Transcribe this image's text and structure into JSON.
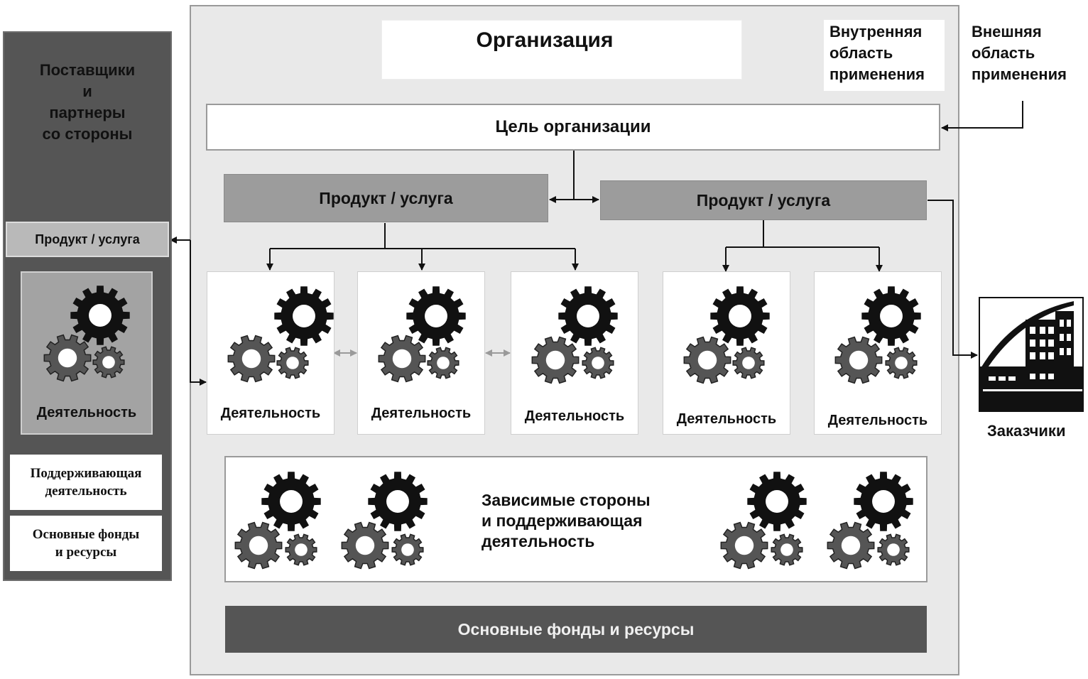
{
  "organization": {
    "title": "Организация",
    "internal_scope": "Внутренняя\nобласть\nприменения",
    "external_scope": "Внешняя\nобласть\nприменения",
    "goal": "Цель организации",
    "products": [
      {
        "label": "Продукт / услуга"
      },
      {
        "label": "Продукт / услуга"
      }
    ],
    "activities": [
      {
        "label": "Деятельность"
      },
      {
        "label": "Деятельность"
      },
      {
        "label": "Деятельность"
      },
      {
        "label": "Деятельность"
      },
      {
        "label": "Деятельность"
      }
    ],
    "support": "Зависимые стороны\nи поддерживающая\nдеятельность",
    "assets": "Основные фонды и ресурсы"
  },
  "suppliers": {
    "title": "Поставщики\nи\nпартнеры\nсо стороны",
    "product": "Продукт / услуга",
    "activity": "Деятельность",
    "support": "Поддерживающая\nдеятельность",
    "assets": "Основные фонды\nи ресурсы"
  },
  "customers": {
    "label": "Заказчики"
  },
  "icons": {
    "gear": "gear-icon",
    "customer": "building-icon"
  },
  "colors": {
    "org_panel": "#e9e9e9",
    "product_box": "#9c9c9c",
    "dark_bar": "#555555",
    "arrow": "#111111"
  }
}
